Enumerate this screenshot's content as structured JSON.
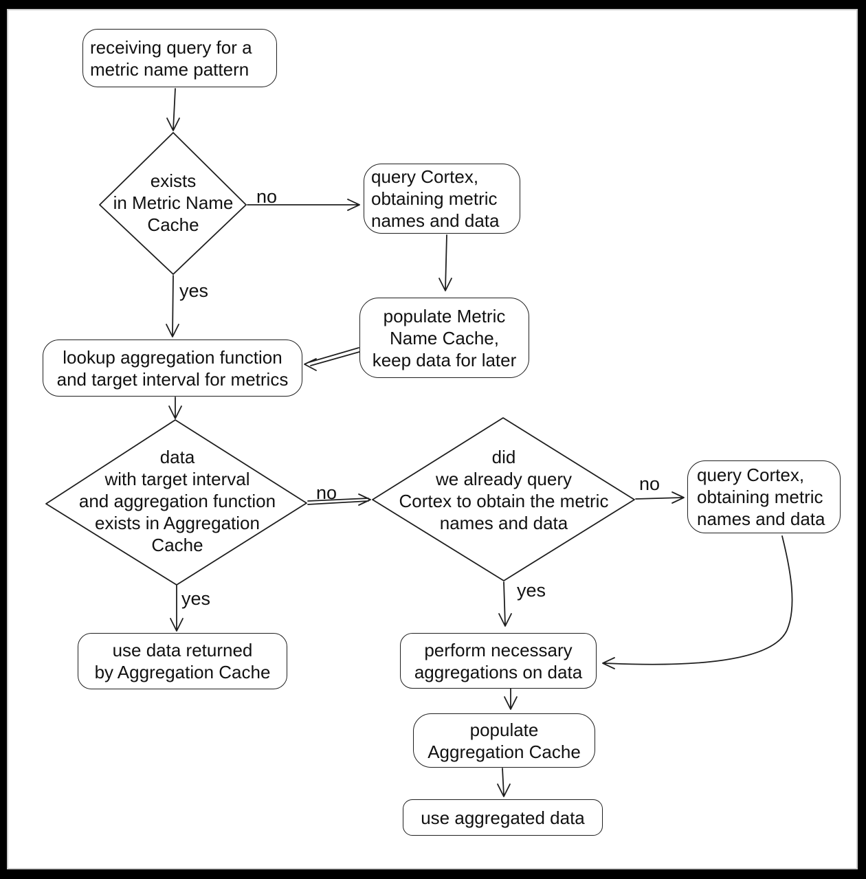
{
  "colors": {
    "frame": "#000000",
    "canvas": "#ffffff",
    "stroke": "#1e1e1e",
    "text": "#111111"
  },
  "nodes": {
    "start": {
      "label": "receiving query for a\nmetric name pattern"
    },
    "query_cortex_top": {
      "label": "query Cortex,\nobtaining metric\nnames and data"
    },
    "populate_metric_name_cache": {
      "label": "populate Metric\nName Cache,\nkeep data for later"
    },
    "lookup_aggregation": {
      "label": "lookup aggregation function\nand target interval for metrics"
    },
    "exists_in_metric_name_cache": {
      "label": "exists\nin Metric Name\nCache"
    },
    "data_exists_in_aggregation_cache": {
      "label": "data\nwith target interval\nand aggregation function\nexists in Aggregation\nCache"
    },
    "already_queried_cortex": {
      "label": "did\nwe already query\nCortex to obtain the metric\nnames and data"
    },
    "use_data_returned": {
      "label": "use data returned\nby Aggregation Cache"
    },
    "perform_aggregations": {
      "label": "perform necessary\naggregations on data"
    },
    "query_cortex_right": {
      "label": "query Cortex,\nobtaining metric\nnames and data"
    },
    "populate_aggregation_cache": {
      "label": "populate\nAggregation Cache"
    },
    "use_aggregated_data": {
      "label": "use aggregated data"
    }
  },
  "edge_labels": {
    "metric_name_cache_no": "no",
    "metric_name_cache_yes": "yes",
    "aggregation_cache_no": "no",
    "aggregation_cache_yes": "yes",
    "already_queried_no": "no",
    "already_queried_yes": "yes"
  }
}
